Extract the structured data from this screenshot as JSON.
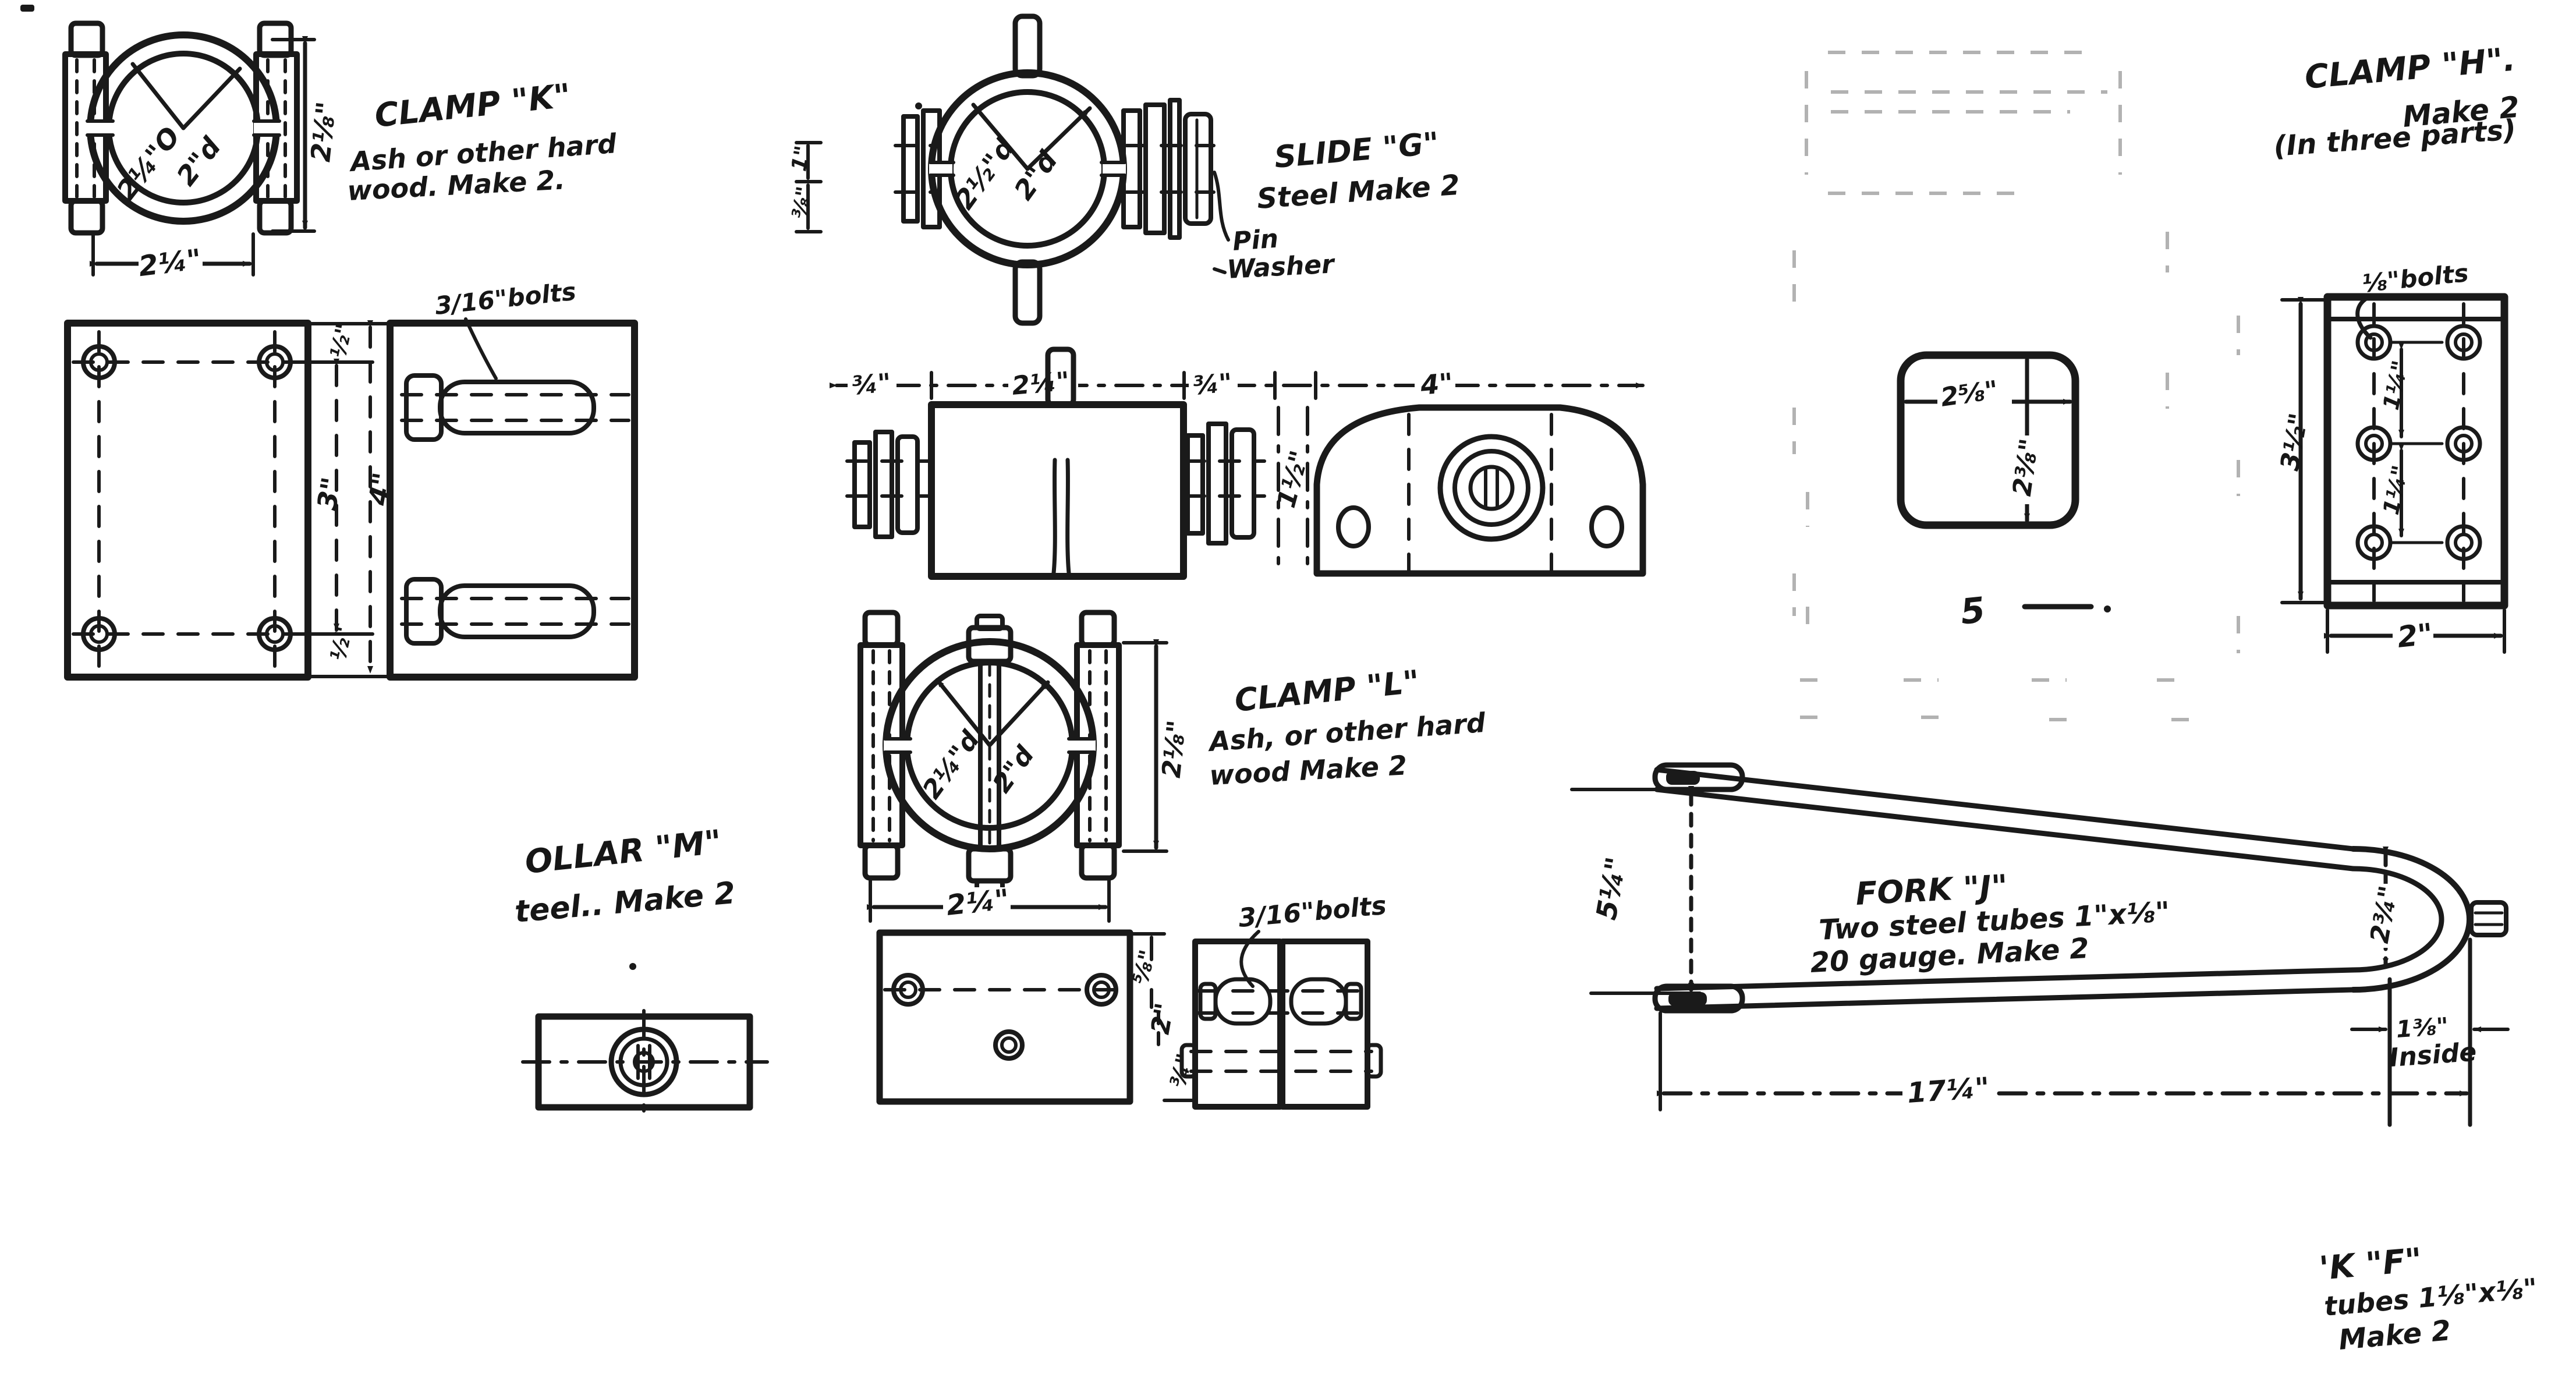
{
  "drawing": {
    "clamp_k": {
      "title": "CLAMP \"K\"",
      "material_1": "Ash or other hard",
      "material_2": "wood.  Make 2.",
      "dim_outer": "2¼\"O",
      "dim_inner": "2\"d",
      "dim_height": "2⅛\"",
      "dim_width": "2¼\"",
      "bolts_label": "3/16\"bolts",
      "dim_margin_top": "½\"",
      "dim_bolt_span": "3\"",
      "dim_full": "4\"",
      "dim_margin_bottom": "½\""
    },
    "slide_g": {
      "title": "SLIDE \"G\"",
      "subtitle": "Steel   Make 2",
      "dim_outer": "2½\"d",
      "dim_inner": "2\"d",
      "pin_label": "Pin",
      "washer_label": "Washer",
      "dim_left_a": "1\"",
      "dim_left_b": "⅜\"",
      "dim_row_1": "¾\"",
      "dim_row_2": "2¼\"",
      "dim_row_3": "¾\"",
      "dim_row_4": "4\"",
      "dim_mid": "1½\""
    },
    "clamp_h": {
      "title": "CLAMP \"H\".",
      "make": "Make 2",
      "parts": "(In three parts)",
      "dim_plate_w": "2⅝\"",
      "dim_plate_h": "2⅜\"",
      "number": "5",
      "bolts_label": "⅛\"bolts",
      "dim_height": "3½\"",
      "dim_gap_1": "1¼\"",
      "dim_gap_2": "1¼\"",
      "dim_width": "2\""
    },
    "clamp_l": {
      "title": "CLAMP \"L\"",
      "material_1": "Ash, or other hard",
      "material_2": "wood    Make 2",
      "dim_outer": "2¼\"d",
      "dim_inner": "2\"d",
      "dim_height": "2⅛\"",
      "dim_width": "2¼\"",
      "dim_a": "⅝\"",
      "dim_b": "2\"",
      "dim_c": "¾\"",
      "bolts_label": "3/16\"bolts"
    },
    "collar_m": {
      "title": "OLLAR \"M\"",
      "subtitle": "teel..  Make 2"
    },
    "fork_j": {
      "title": "FORK \"J\"",
      "line_2": "Two steel tubes 1\"x⅛\"",
      "line_3": "20 gauge.  Make 2",
      "dim_left": "5¼\"",
      "dim_bottom": "17¼\"",
      "dim_end": "2¾\"",
      "dim_inside": "1⅜\"",
      "inside_label": "Inside"
    },
    "fork_f": {
      "line_1": "'K \"F\"",
      "line_2": "tubes 1⅛\"x⅛\"",
      "line_3": "Make 2"
    }
  }
}
